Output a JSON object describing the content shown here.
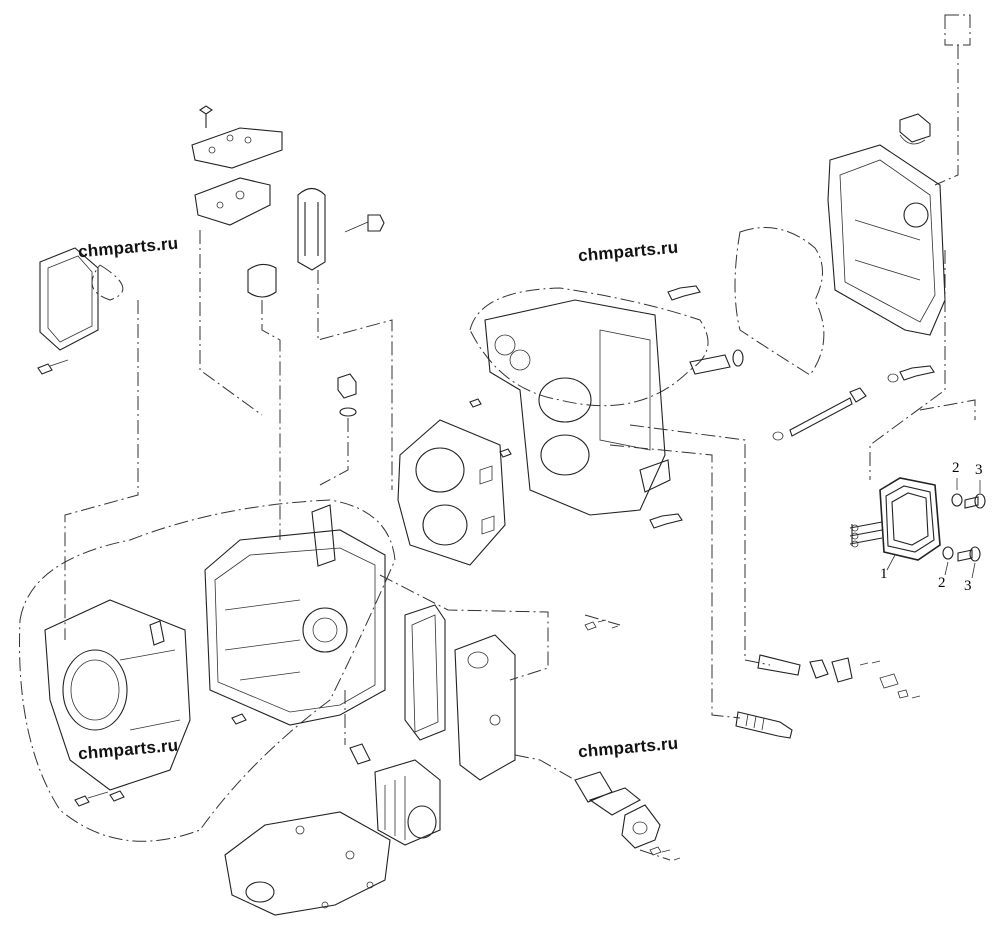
{
  "watermarks": [
    {
      "text": "chmparts.ru"
    },
    {
      "text": "chmparts.ru"
    },
    {
      "text": "chmparts.ru"
    },
    {
      "text": "chmparts.ru"
    }
  ],
  "callouts": [
    "1",
    "2",
    "3",
    "2",
    "3"
  ]
}
